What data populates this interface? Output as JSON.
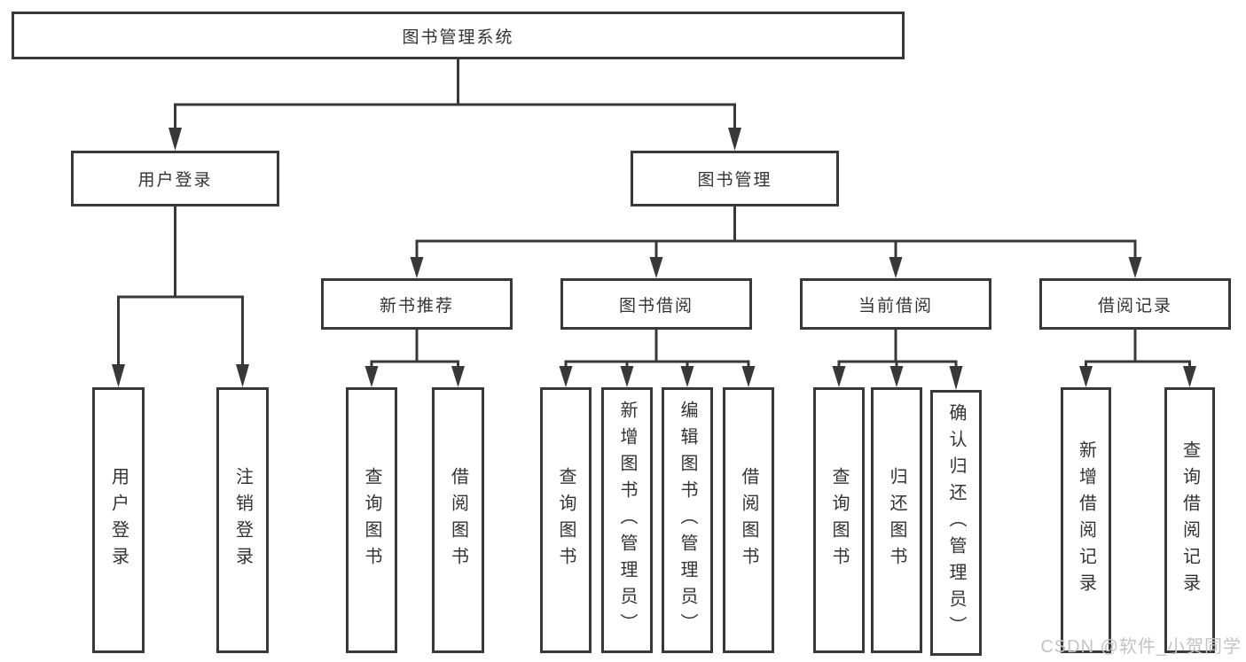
{
  "diagram": {
    "type": "hierarchy-tree",
    "title": "图书管理系统"
  },
  "tree": {
    "root": {
      "label": "图书管理系统"
    },
    "branches": [
      {
        "label": "用户登录",
        "children": [
          {
            "label": "用户登录"
          },
          {
            "label": "注销登录"
          }
        ]
      },
      {
        "label": "图书管理",
        "children": [
          {
            "label": "新书推荐",
            "children": [
              {
                "label": "查询图书"
              },
              {
                "label": "借阅图书"
              }
            ]
          },
          {
            "label": "图书借阅",
            "children": [
              {
                "label": "查询图书"
              },
              {
                "label": "新增图书（管理员）"
              },
              {
                "label": "编辑图书（管理员）"
              },
              {
                "label": "借阅图书"
              }
            ]
          },
          {
            "label": "当前借阅",
            "children": [
              {
                "label": "查询图书"
              },
              {
                "label": "归还图书"
              },
              {
                "label": "确认归还（管理员）"
              }
            ]
          },
          {
            "label": "借阅记录",
            "children": [
              {
                "label": "新增借阅记录"
              },
              {
                "label": "查询借阅记录"
              }
            ]
          }
        ]
      }
    ]
  },
  "watermark": {
    "text": "CSDN @软件_小贺同学"
  },
  "colors": {
    "line": "#383838",
    "box_border": "#383838",
    "text": "#333333",
    "background": "#ffffff",
    "watermark": "#c3c3c3"
  }
}
